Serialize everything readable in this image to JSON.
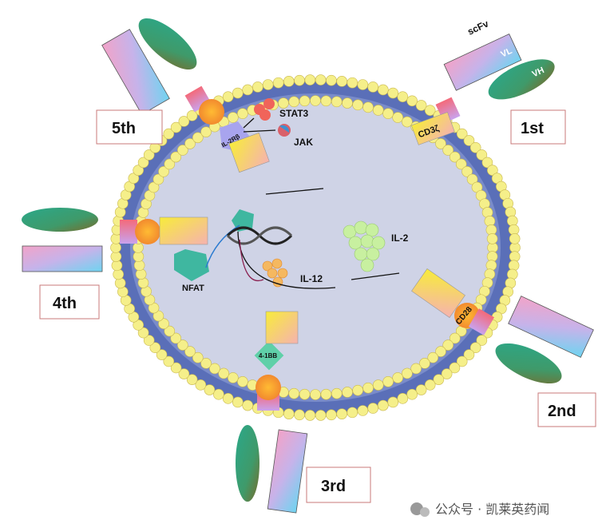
{
  "title": "CAR-T generations diagram",
  "generations": {
    "first": "1st",
    "second": "2nd",
    "third": "3rd",
    "fourth": "4th",
    "fifth": "5th"
  },
  "domains": {
    "scfv": "scFv",
    "vl": "VL",
    "vh": "VH",
    "cd3z": "CD3ζ",
    "cd28": "CD28",
    "bb41": "4-1BB",
    "il2rb": "IL-2Rβ"
  },
  "molecules": {
    "stat3": "STAT3",
    "jak": "JAK",
    "nfat": "NFAT",
    "il2": "IL-2",
    "il12": "IL-12"
  },
  "watermark": "公众号 · 凯莱英药闻",
  "colors": {
    "cytoplasm": "#cfd3e6",
    "membrane": "#5a6fb8",
    "bead": "#f5ef8a",
    "label_border": "#c87a7a"
  }
}
